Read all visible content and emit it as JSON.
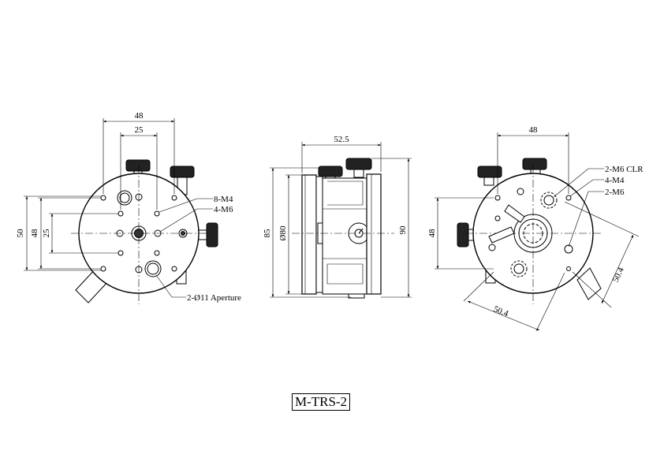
{
  "left_view": {
    "dim_top_outer": "48",
    "dim_top_inner": "25",
    "dim_left_outer": "50",
    "dim_left_mid": "48",
    "dim_left_inner": "25",
    "callout_m4": "8-M4",
    "callout_m6": "4-M6",
    "callout_aperture": "2-Ø11 Aperture"
  },
  "middle_view": {
    "dim_top": "52.5",
    "dim_left_outer": "85",
    "dim_left_inner": "Ø80",
    "dim_right": "90"
  },
  "right_view": {
    "dim_top": "48",
    "dim_left": "48",
    "dim_diag_right": "50.4",
    "dim_diag_bottom": "50.4",
    "callout_m6_clr": "2-M6 CLR",
    "callout_m4": "4-M4",
    "callout_m6": "2-M6"
  },
  "title": "M-TRS-2"
}
